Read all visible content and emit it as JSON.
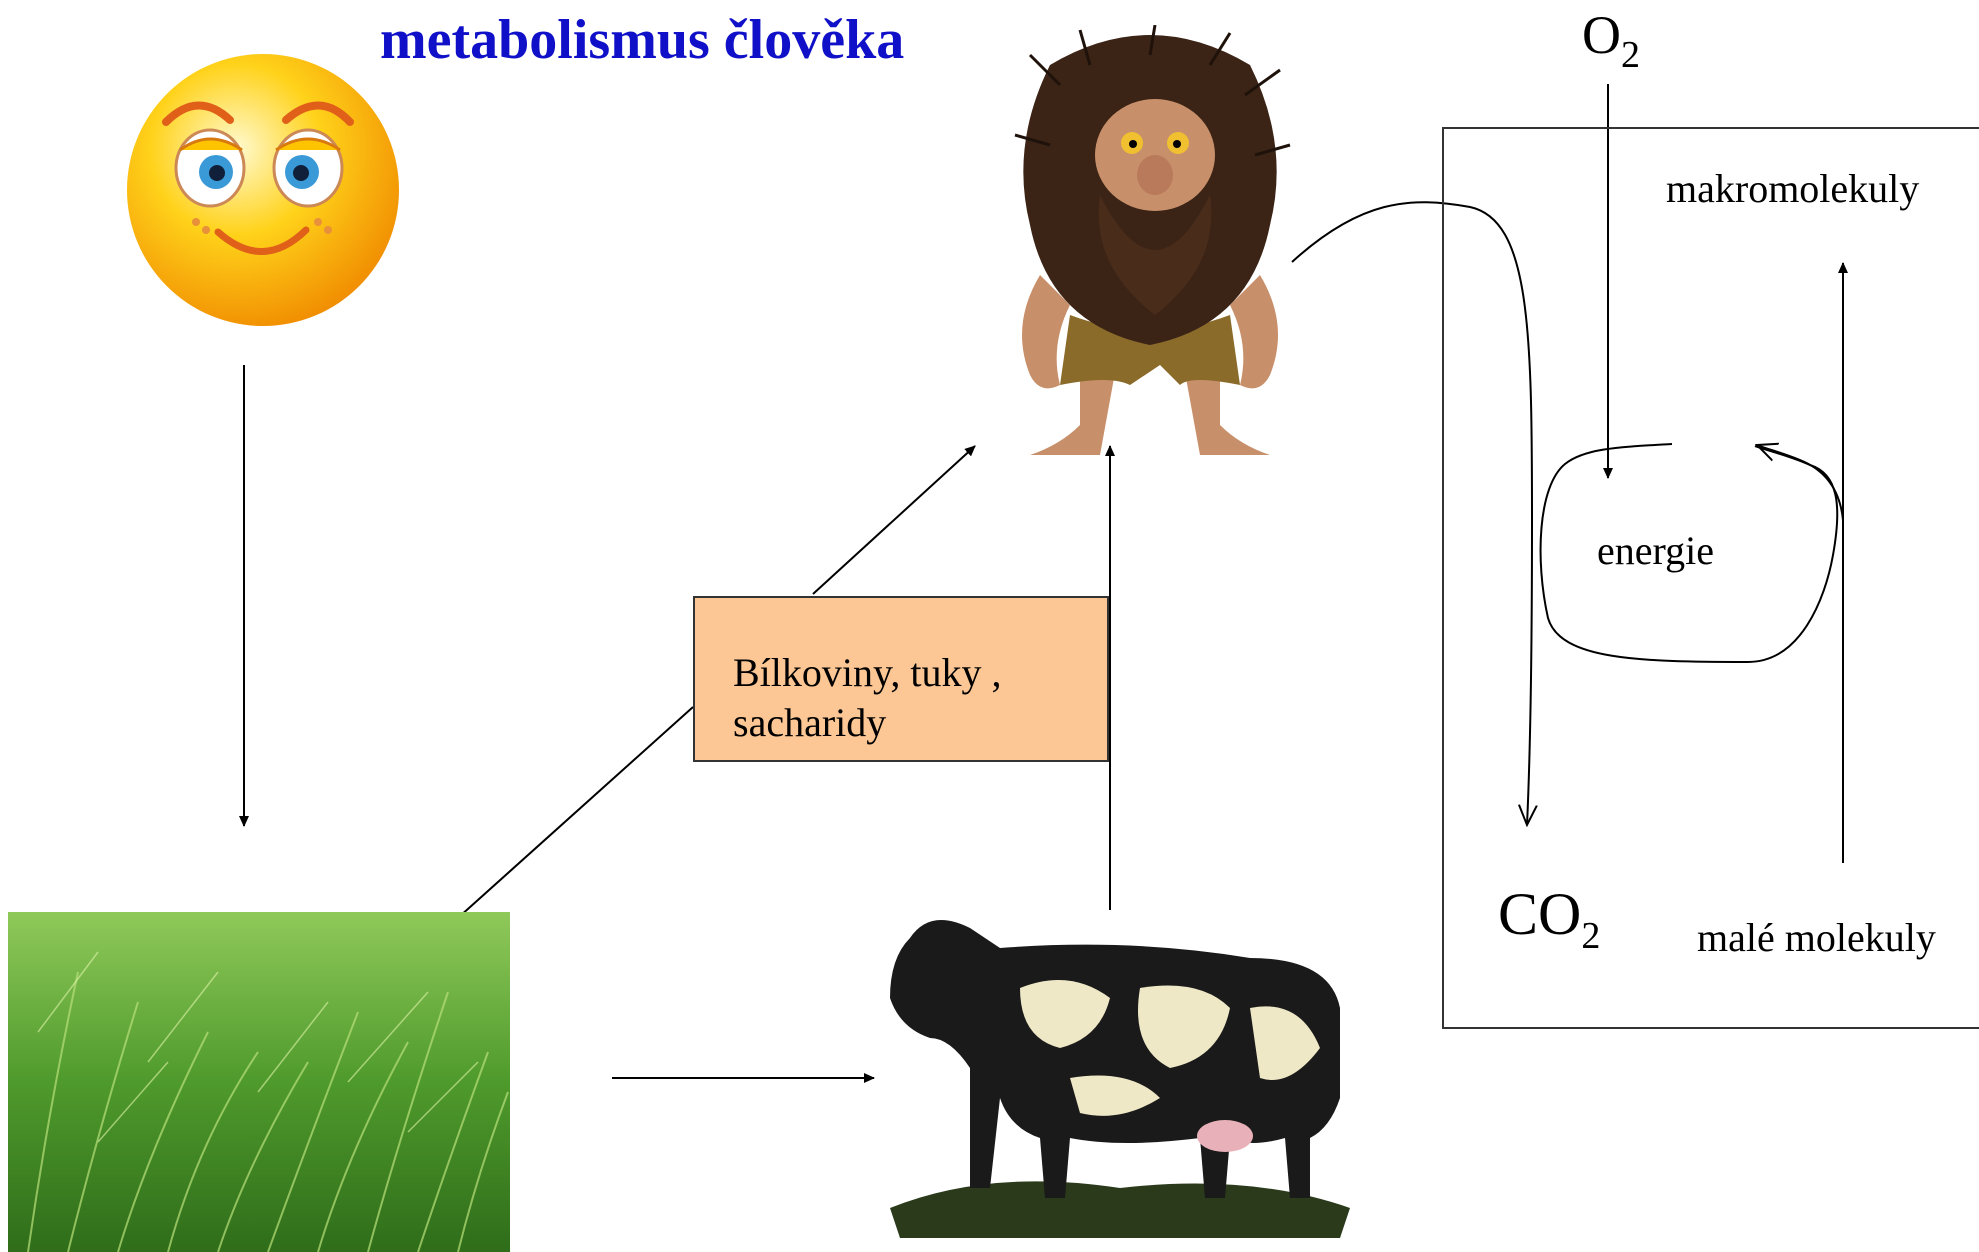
{
  "title": "metabolismus člověka",
  "o2": {
    "base": "O",
    "sub": "2"
  },
  "co2": {
    "base": "CO",
    "sub": "2"
  },
  "labels": {
    "makromolekuly": "makromolekuly",
    "energie": "energie",
    "male_molekuly": "malé molekuly"
  },
  "nutrient_box": {
    "line1": "Bílkoviny, tuky ,",
    "line2": "sacharidy",
    "color": "#fcc795"
  },
  "colors": {
    "title": "#1010c8",
    "grass": "#4f9a2c",
    "sun": "#ffb300",
    "troll_hair": "#3b2416",
    "cow": "#1a1a1a"
  },
  "images": [
    "sun-smiley",
    "grass-field",
    "troll-human",
    "cow-woodcut"
  ]
}
